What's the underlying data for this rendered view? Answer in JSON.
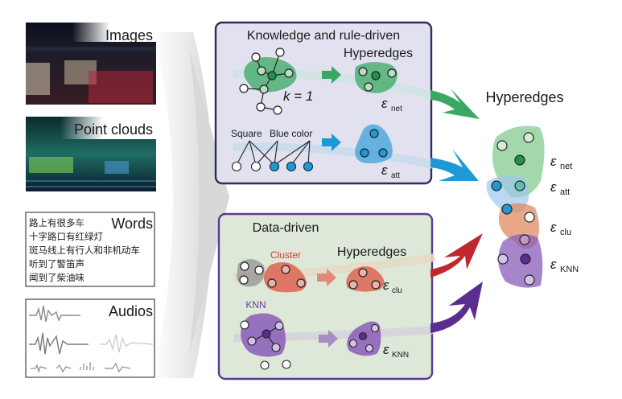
{
  "inputs": {
    "images": {
      "label": "Images"
    },
    "point_clouds": {
      "label": "Point clouds"
    },
    "words": {
      "label": "Words",
      "lines": [
        "路上有很多车",
        "十字路口有红绿灯",
        "斑马线上有行人和非机动车",
        "听到了警笛声",
        "闻到了柴油味"
      ]
    },
    "audios": {
      "label": "Audios"
    }
  },
  "knowledge_panel": {
    "title": "Knowledge and rule-driven",
    "subtitle": "Hyperedges",
    "k_label": "k = 1",
    "attr_square": "Square",
    "attr_blue": "Blue color",
    "net_label": "ε",
    "net_sub": "net",
    "att_label": "ε",
    "att_sub": "att"
  },
  "data_panel": {
    "title": "Data-driven",
    "subtitle": "Hyperedges",
    "cluster_label": "Cluster",
    "knn_label": "KNN",
    "clu_label": "ε",
    "clu_sub": "clu",
    "knn_eps_label": "ε",
    "knn_sub": "KNN"
  },
  "output": {
    "title": "Hyperedges",
    "items": [
      {
        "eps": "ε",
        "sub": "net"
      },
      {
        "eps": "ε",
        "sub": "att"
      },
      {
        "eps": "ε",
        "sub": "clu"
      },
      {
        "eps": "ε",
        "sub": "KNN"
      }
    ]
  },
  "colors": {
    "green": "#3aa864",
    "blue": "#1d9ad6",
    "red": "#c0282d",
    "purple": "#5b2d8e",
    "knowledge_bg": "#e2e1f0",
    "knowledge_border": "#2b2f5e",
    "data_bg": "#dde8d9",
    "data_border": "#5b3a91"
  }
}
